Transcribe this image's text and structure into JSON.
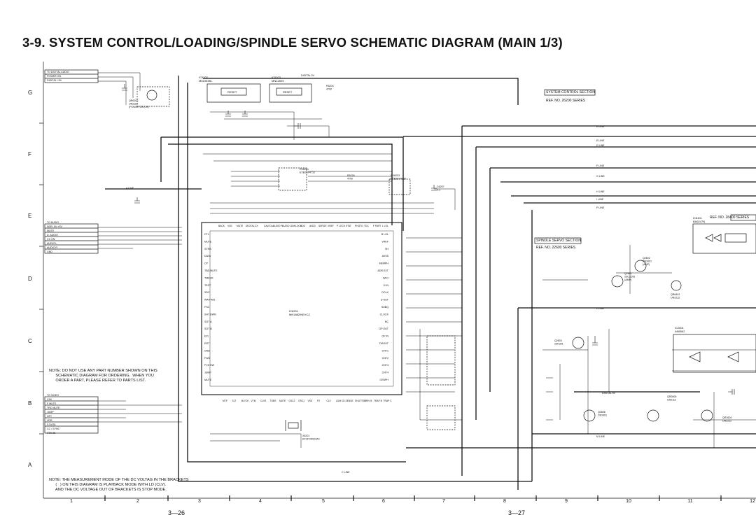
{
  "title": "3-9. SYSTEM CONTROL/LOADING/SPINDLE SERVO SCHEMATIC DIAGRAM (MAIN 1/3)",
  "row_labels": [
    "G",
    "F",
    "E",
    "D",
    "C",
    "B",
    "A"
  ],
  "col_labels": [
    "1",
    "2",
    "3",
    "4",
    "5",
    "6",
    "7",
    "8",
    "9",
    "10",
    "11",
    "12"
  ],
  "page_left": "3—26",
  "page_right": "3—27",
  "sections": {
    "system_control": "SYSTEM CONTROL SECTION",
    "system_control_ref": "REF. NO. 26200 SERIES",
    "spindle_servo": "SPINDLE SERVO SECTION",
    "spindle_servo_ref": "REF. NO. 22600 SERIES",
    "ref_28400": "REF. NO. 28400 SERIES"
  },
  "chips": {
    "ic6202": "IC6202\nM51953BL",
    "ic6203": "IC6203\nMN1280S",
    "ic6201": "IC6201\nMN1882INEVCZ",
    "ic6401": "IC6401\nBA6247N",
    "ic2601": "IC2601\nAN6562",
    "reset": "RESET"
  },
  "signals": {
    "top_left": [
      "TO DIGITAL AUDIO",
      "POWER ON",
      "DIGITAL +5V"
    ],
    "to_audio": [
      "TO AUDIO",
      "NOR. 5V +5V",
      "MUTE",
      "D. AUDIO",
      "CX ON",
      "AUDIO L",
      "AUDIO R",
      "GND"
    ],
    "to_video": [
      "TO VIDEO",
      "CAV",
      "F MUTE",
      "TRC MUTE",
      "JUMP",
      "NTY",
      "VDR",
      "S DATA",
      "CC / SYNC",
      "VTM IN"
    ],
    "lines": [
      "K LINE",
      "E LINE",
      "D LINE",
      "F LINE",
      "G LINE",
      "H LINE",
      "I LINE",
      "P LINE",
      "L LINE",
      "M LINE",
      "C LINE",
      "DIGITAL 5V",
      "A LINE"
    ],
    "ic_left_pins": [
      "CTL",
      "MUTE",
      "STRB",
      "DATA",
      "CP",
      "TBD MUTE",
      "TMEVR",
      "TEST",
      "SDC",
      "WAITING",
      "FSC",
      "SHT DWN",
      "SGT A",
      "SGT B",
      "EXI",
      "RST",
      "GND",
      "FWD",
      "FCS SW",
      "JUMP",
      "MUTE"
    ],
    "ic_right_pins": [
      "B LOL",
      "VREF",
      "SH",
      "AVSS",
      "MEMPH",
      "ADR EXT",
      "WLD",
      "D IN",
      "DCLK",
      "D OUT",
      "SUBQ",
      "CLOCK",
      "NC",
      "OP OUT",
      "OF IN",
      "DROUT",
      "CNT1",
      "CNT2",
      "CNT3",
      "CNT4",
      "CENPH"
    ],
    "ic_top_pins": [
      "BACK",
      "VSS",
      "MUTE",
      "DIGITAL",
      "CX",
      "CAV/CLV",
      "AUDIO R",
      "AUDIO L",
      "DM/LOCK",
      "VDD",
      "AVDD",
      "SERGE",
      "VREF",
      "P LOCK",
      "STAT",
      "PHOTO",
      "TDC",
      "F PART",
      "L LOL"
    ],
    "ic_bottom_pins": [
      "MTP",
      "SLT",
      "BLYCK",
      "VTM",
      "CLVS",
      "TOBS",
      "MUTE",
      "OSC2",
      "OSC1",
      "VSS",
      "P2",
      "CLV",
      "LDM CD",
      "SENSE",
      "SHUTTER",
      "DRIV B",
      "TRAP B",
      "TRAP C"
    ]
  },
  "transistors": {
    "q6202": "QR6202\nUN2115\n(POWER ON CH)",
    "q2602": "Q2602\n2SD601\n(AMP)",
    "q2601": "Q2601\n2SC2295\n(AMP)",
    "q2603": "Q2603\n2SK301",
    "q2606": "Q2606\n2SD601",
    "q2605": "QR2605\nUN2112",
    "q2604": "QR2604\nUN2212",
    "q6401": "QR6401\nUN2212"
  },
  "notes": {
    "note1": "NOTE: DO NOT USE ANY PART NUMBER SHOWN ON THIS\n      SCHEMATIC DIAGRAM FOR ORDERING.  WHEN YOU\n      ORDER A PART, PLEASE REFER TO PARTS LIST.",
    "note2": "NOTE: THE MEASUREMENT MODE OF THE DC VOLTAG IN THE BRACKETS\n      (   ) ON THIS DIAGRAM IS PLAYBACK MODE WITH LD (CLV).\n      AND THE DC VOLTAGE OUT OF BRACKETS IS STOP MODE."
  },
  "misc_labels": {
    "digital5v_top": "DIGITAL 5V",
    "rx6201": "RX6201\nEXB2BV473J",
    "rx6203": "RX6203\nEXB2BV473J",
    "r6204": "R6204\n4700",
    "r6226": "R6226\n4700",
    "x6201": "X6201\nEFOFC5004A4",
    "c6207": "C6207\n0.1"
  }
}
